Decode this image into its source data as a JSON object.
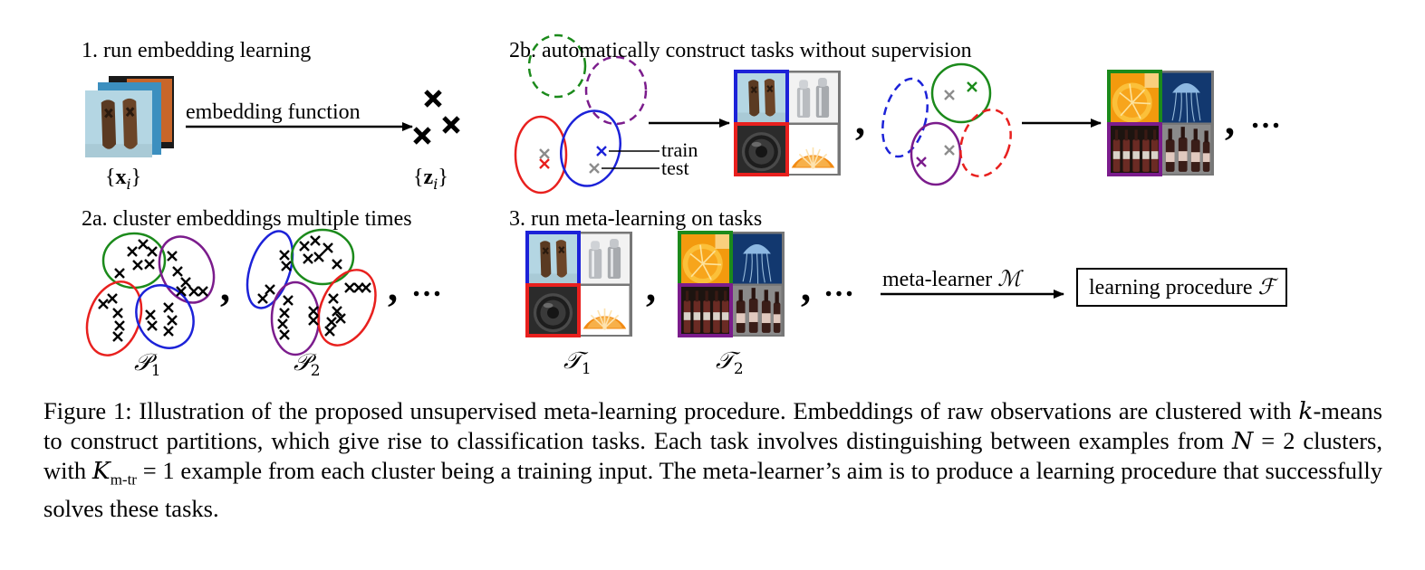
{
  "sections": {
    "s1": "1. run embedding learning",
    "s2b": "2b. automatically construct tasks without supervision",
    "s2a": "2a. cluster embeddings multiple times",
    "s3": "3. run meta-learning on tasks"
  },
  "labels": {
    "embedding_function": "embedding function",
    "xi_open": "{",
    "xi_var": "x",
    "xi_sub": "i",
    "xi_close": "}",
    "zi_open": "{",
    "zi_var": "z",
    "zi_sub": "i",
    "zi_close": "}",
    "train": "train",
    "test": "test",
    "p1": "𝒫",
    "p1_sub": "1",
    "p2": "𝒫",
    "p2_sub": "2",
    "t1": "𝒯",
    "t1_sub": "1",
    "t2": "𝒯",
    "t2_sub": "2",
    "meta_learner": "meta-learner ",
    "meta_learner_sym": "ℳ",
    "learning_procedure": "learning procedure ",
    "learning_procedure_sym": "ℱ",
    "comma": ",",
    "ellipsis": "…"
  },
  "caption": {
    "part1": "Figure 1: Illustration of the proposed unsupervised meta-learning procedure. Embeddings of raw observations are clustered with ",
    "k": "k",
    "part2": "-means to construct partitions, which give rise to classification tasks. Each task involves distinguishing between examples from ",
    "N": "N",
    "part3": " = 2 clusters, with ",
    "K": "K",
    "Ksub": "m-tr",
    "part4": " = 1 example from each cluster being a training input. The meta-learner’s aim is to produce a learning procedure that successfully solves these tasks."
  },
  "colors": {
    "red": "#e8201e",
    "blue": "#1c22d8",
    "green": "#1b8a1b",
    "purple": "#7b1c8c",
    "gray": "#8c8c8c"
  },
  "icons": [
    "sandals-image",
    "cocktail-shaker-image",
    "speaker-image",
    "orange-slice-image",
    "jellyfish-image",
    "beer-bottles-image"
  ]
}
